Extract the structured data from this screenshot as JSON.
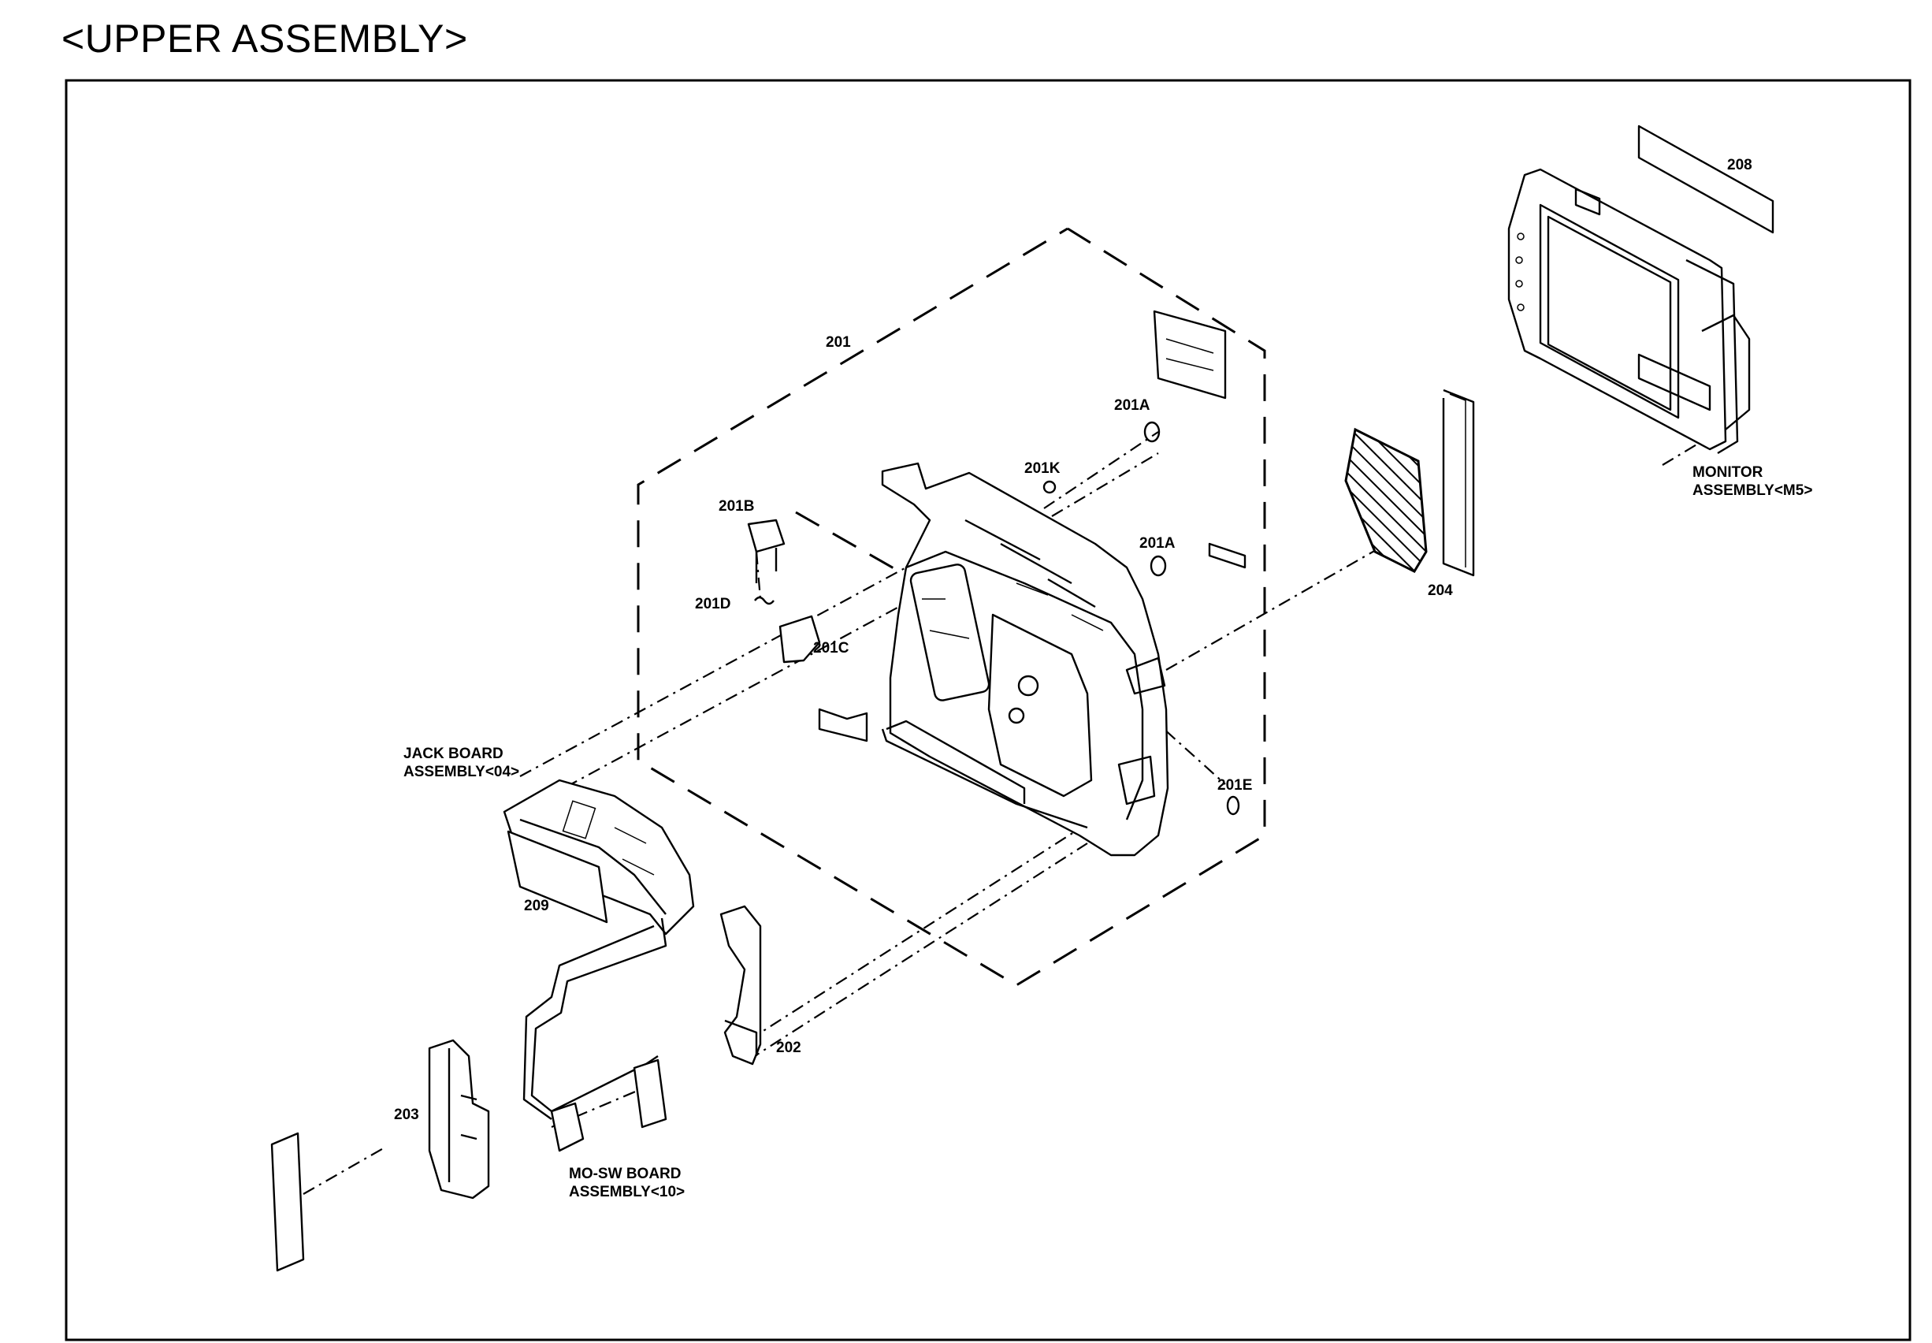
{
  "title": "<UPPER ASSEMBLY>",
  "labels": {
    "l201": "201",
    "l201A_1": "201A",
    "l201K": "201K",
    "l201A_2": "201A",
    "l201B": "201B",
    "l201D": "201D",
    "l201C": "201C",
    "l201E": "201E",
    "l202": "202",
    "l203": "203",
    "l204": "204",
    "l208": "208",
    "l209": "209",
    "monitor_1": "MONITOR",
    "monitor_2": "ASSEMBLY<M5>",
    "jack_1": "JACK BOARD",
    "jack_2": "ASSEMBLY<04>",
    "mosw_1": "MO-SW BOARD",
    "mosw_2": "ASSEMBLY<10>"
  }
}
